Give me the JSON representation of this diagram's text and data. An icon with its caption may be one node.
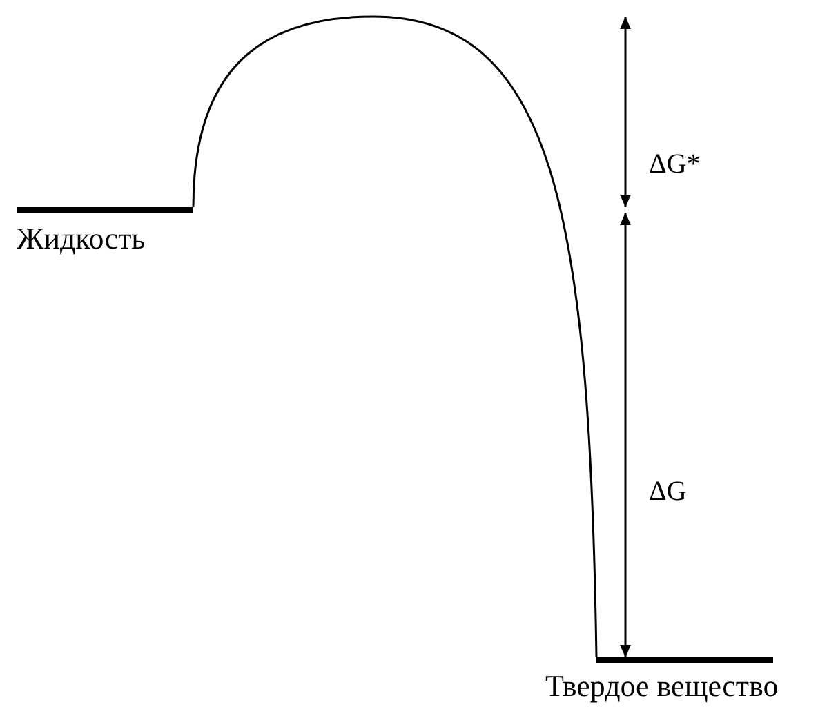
{
  "diagram": {
    "nodes": [
      {
        "text": [
          "Жидкость"
        ]
      },
      {
        "text": [
          "Твердое вещество"
        ]
      }
    ],
    "edges": [
      {
        "from": 0,
        "to": 1,
        "arrow": "none"
      }
    ],
    "labels": [
      "ΔG*",
      "ΔG"
    ]
  }
}
